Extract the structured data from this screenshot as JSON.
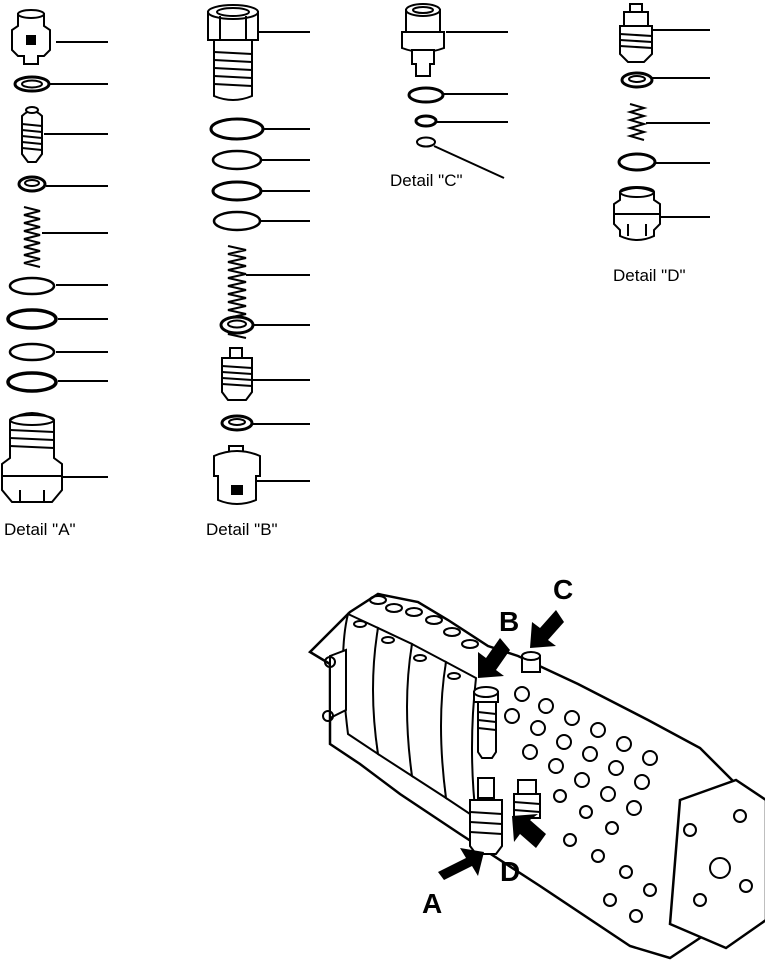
{
  "details": {
    "a": "Detail \"A\"",
    "b": "Detail \"B\"",
    "c": "Detail \"C\"",
    "d": "Detail \"D\""
  },
  "arrows": {
    "a": "A",
    "b": "B",
    "c": "C",
    "d": "D"
  }
}
